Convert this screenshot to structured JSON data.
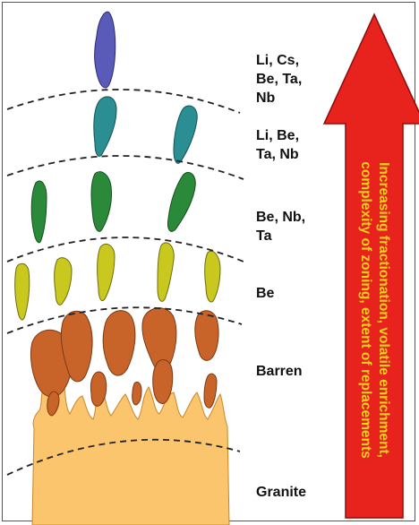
{
  "zones": [
    {
      "id": "lithium",
      "lines": [
        "Li, Cs,",
        "Be, Ta,",
        "Nb"
      ]
    },
    {
      "id": "libe",
      "lines": [
        "Li, Be,",
        "Ta, Nb"
      ]
    },
    {
      "id": "benb",
      "lines": [
        "Be, Nb,",
        "Ta"
      ]
    },
    {
      "id": "be",
      "lines": [
        "Be"
      ]
    },
    {
      "id": "barren",
      "lines": [
        "Barren"
      ]
    },
    {
      "id": "granite",
      "lines": [
        "Granite"
      ]
    }
  ],
  "arrow": {
    "lines": [
      "Increasing fractionation, volatile enrichment,",
      "complexity of zoning, extent of replacements"
    ],
    "fill_color": "#e8221c",
    "text_color": "#f2d21a"
  },
  "colors": {
    "granite": "#fbc56d",
    "barren": "#c8632a",
    "be": "#c9c81e",
    "benb": "#2b8a3a",
    "libe": "#2a8e92",
    "lithium": "#5a5bb8"
  }
}
